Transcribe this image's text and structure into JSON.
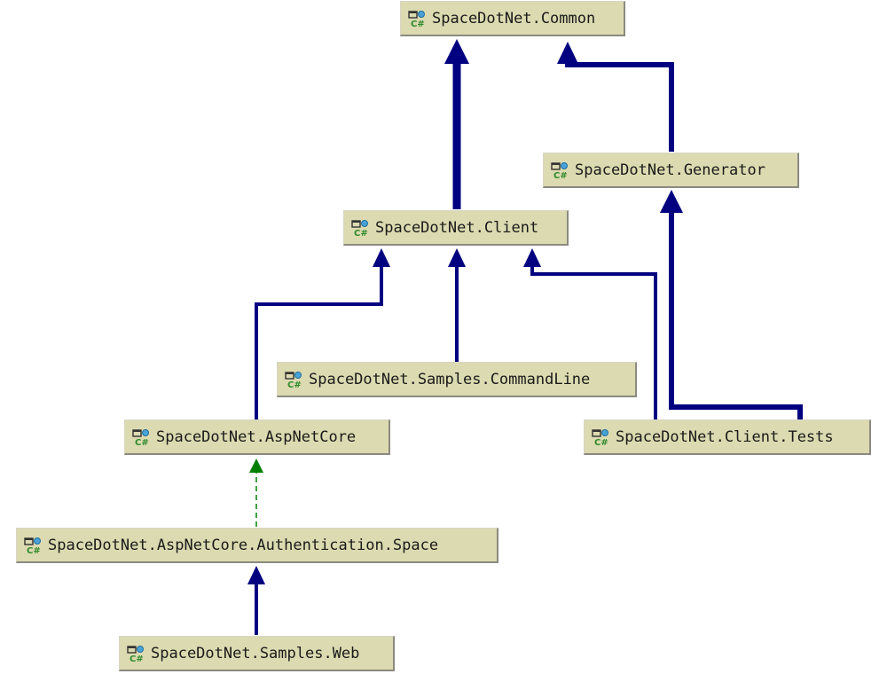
{
  "diagram": {
    "icon": "csharp-project-icon",
    "nodes": {
      "common": "SpaceDotNet.Common",
      "generator": "SpaceDotNet.Generator",
      "client": "SpaceDotNet.Client",
      "samples_commandline": "SpaceDotNet.Samples.CommandLine",
      "aspnetcore": "SpaceDotNet.AspNetCore",
      "client_tests": "SpaceDotNet.Client.Tests",
      "aspnetcore_auth_space": "SpaceDotNet.AspNetCore.Authentication.Space",
      "samples_web": "SpaceDotNet.Samples.Web"
    },
    "colors": {
      "dependency": "#000080",
      "optional_dependency": "#008000",
      "node_fill": "#dcdab0"
    }
  }
}
